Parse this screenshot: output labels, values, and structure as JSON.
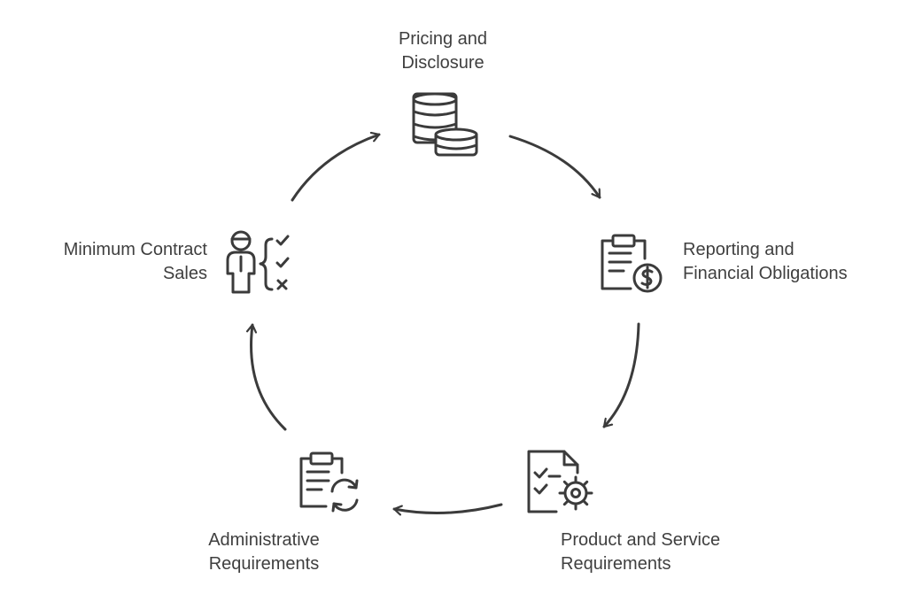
{
  "diagram": {
    "type": "cycle",
    "stages": [
      {
        "id": "pricing",
        "lines": [
          "Pricing and",
          "Disclosure"
        ],
        "icon": "coins-stack-icon"
      },
      {
        "id": "reporting",
        "lines": [
          "Reporting and",
          "Financial Obligations"
        ],
        "icon": "clipboard-dollar-icon"
      },
      {
        "id": "product",
        "lines": [
          "Product and Service",
          "Requirements"
        ],
        "icon": "checklist-gear-icon"
      },
      {
        "id": "admin",
        "lines": [
          "Administrative",
          "Requirements"
        ],
        "icon": "clipboard-refresh-icon"
      },
      {
        "id": "minimum",
        "lines": [
          "Minimum Contract",
          "Sales"
        ],
        "icon": "person-checklist-icon"
      }
    ],
    "stroke_color": "#3b3b3b",
    "text_color": "#3f3f3f",
    "background": "#ffffff"
  }
}
